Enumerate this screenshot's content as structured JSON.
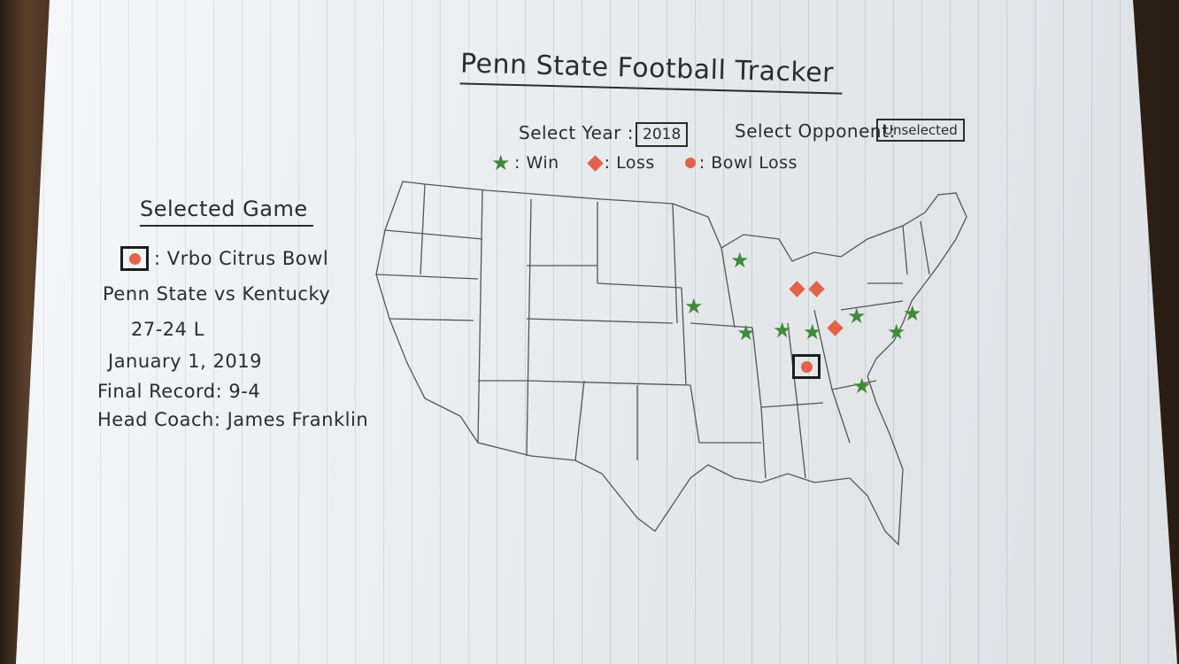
{
  "app": {
    "title": "Penn State Football Tracker"
  },
  "controls": {
    "year_label": "Select Year :",
    "year_value": "2018",
    "opponent_label": "Select Opponent:",
    "opponent_value": "Unselected"
  },
  "legend": {
    "win_label": ": Win",
    "loss_label": ": Loss",
    "bowl_loss_label": ": Bowl Loss"
  },
  "selected_game": {
    "heading": "Selected Game",
    "bowl": ": Vrbo Citrus Bowl",
    "matchup": "Penn State vs Kentucky",
    "score": "27-24  L",
    "date": "January 1, 2019",
    "final_record": "Final Record: 9-4",
    "head_coach": "Head Coach: James Franklin"
  },
  "colors": {
    "win": "#3e8a3a",
    "loss": "#e0634a",
    "ink": "#2c2c2c"
  },
  "icons": {
    "win": "star-icon",
    "loss": "diamond-icon",
    "bowl_loss": "circle-icon"
  }
}
